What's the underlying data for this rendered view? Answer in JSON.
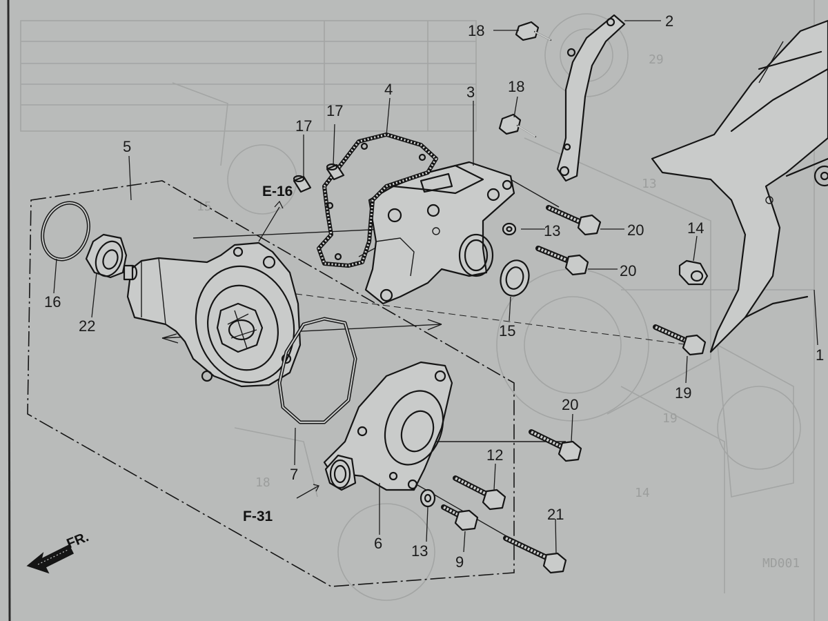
{
  "diagram": {
    "part_callouts": [
      {
        "id": "c1",
        "label": "1"
      },
      {
        "id": "c2",
        "label": "2"
      },
      {
        "id": "c3",
        "label": "3"
      },
      {
        "id": "c4",
        "label": "4"
      },
      {
        "id": "c5",
        "label": "5"
      },
      {
        "id": "c6",
        "label": "6"
      },
      {
        "id": "c7",
        "label": "7"
      },
      {
        "id": "c9",
        "label": "9"
      },
      {
        "id": "c12",
        "label": "12"
      },
      {
        "id": "c13a",
        "label": "13"
      },
      {
        "id": "c13b",
        "label": "13"
      },
      {
        "id": "c14",
        "label": "14"
      },
      {
        "id": "c15",
        "label": "15"
      },
      {
        "id": "c16",
        "label": "16"
      },
      {
        "id": "c17a",
        "label": "17"
      },
      {
        "id": "c17b",
        "label": "17"
      },
      {
        "id": "c18a",
        "label": "18"
      },
      {
        "id": "c18b",
        "label": "18"
      },
      {
        "id": "c19",
        "label": "19"
      },
      {
        "id": "c20a",
        "label": "20"
      },
      {
        "id": "c20b",
        "label": "20"
      },
      {
        "id": "c20c",
        "label": "20"
      },
      {
        "id": "c21",
        "label": "21"
      },
      {
        "id": "c22",
        "label": "22"
      }
    ],
    "section_refs": {
      "e16": "E-16",
      "f31": "F-31"
    },
    "front_marker": "FR.",
    "bleed_through": {
      "b29": "29",
      "b13": "13",
      "b19": "19",
      "b18": "18",
      "b14": "14",
      "b15": "15",
      "bid": "MD001"
    },
    "colors": {
      "paper": "#b9bbba",
      "ink": "#151515",
      "ghost": "#9c9e9d"
    }
  }
}
